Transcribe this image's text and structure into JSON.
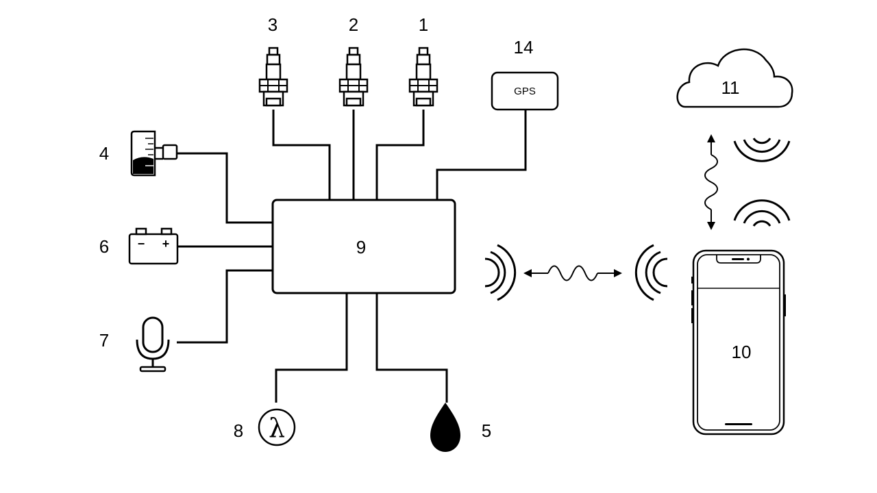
{
  "labels": {
    "sensor1": "1",
    "sensor2": "2",
    "sensor3": "3",
    "gauge": "4",
    "drop": "5",
    "battery": "6",
    "microphone": "7",
    "lambda": "8",
    "control_unit": "9",
    "phone": "10",
    "cloud": "11",
    "gps": "14"
  },
  "gps_text": "GPS",
  "lambda_symbol": "λ",
  "battery_minus": "−",
  "battery_plus": "+"
}
